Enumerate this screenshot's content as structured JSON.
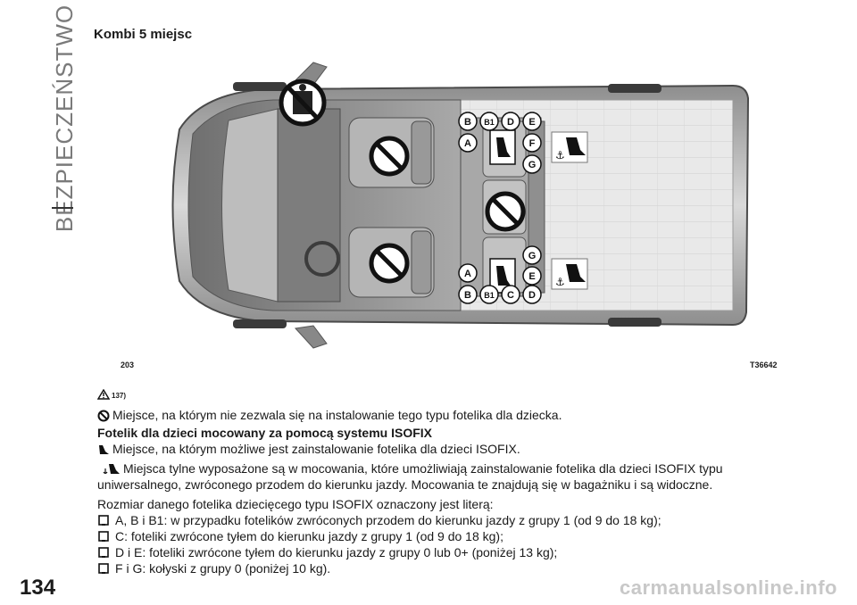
{
  "side_tab": {
    "label": "BEZPIECZEŃSTWO"
  },
  "page_number": "134",
  "section_title": "Kombi 5 miejsc",
  "figure": {
    "number": "203",
    "code": "T36642",
    "labels": {
      "upper": [
        "B",
        "B1",
        "D",
        "E",
        "A",
        "F",
        "G"
      ],
      "lower": [
        "G",
        "A",
        "E",
        "B",
        "B1",
        "C",
        "D"
      ]
    },
    "icons": [
      "no-child-seat-icon",
      "isofix-seat-icon",
      "isofix-anchor-icon",
      "airbag-warning-icon"
    ]
  },
  "note_ref": "137)",
  "content": {
    "no_seat_line": "Miejsce, na którym nie zezwala się na instalowanie tego typu fotelika dla dziecka.",
    "isofix_heading": "Fotelik dla dzieci mocowany za pomocą systemu ISOFIX",
    "isofix_allowed": "Miejsce, na którym możliwe jest zainstalowanie fotelika dla dzieci ISOFIX.",
    "anchor_line_1": "Miejsca tylne wyposażone są w mocowania, które umożliwiają zainstalowanie fotelika dla dzieci ISOFIX typu",
    "anchor_line_2": "uniwersalnego, zwróconego przodem do kierunku jazdy. Mocowania te znajdują się w bagażniku i są widoczne.",
    "size_intro": "Rozmiar danego fotelika dziecięcego typu ISOFIX oznaczony jest literą:",
    "bullets": [
      "A, B i B1: w przypadku fotelików zwróconych przodem do kierunku jazdy z grupy 1 (od 9 do 18 kg);",
      "C: foteliki zwrócone tyłem do kierunku jazdy z grupy 1 (od 9 do 18 kg);",
      "D i E: foteliki zwrócone tyłem do kierunku jazdy z grupy 0 lub 0+ (poniżej 13 kg);",
      "F i G: kołyski z grupy 0 (poniżej 10 kg)."
    ]
  },
  "watermark": "carmanualsonline.info"
}
